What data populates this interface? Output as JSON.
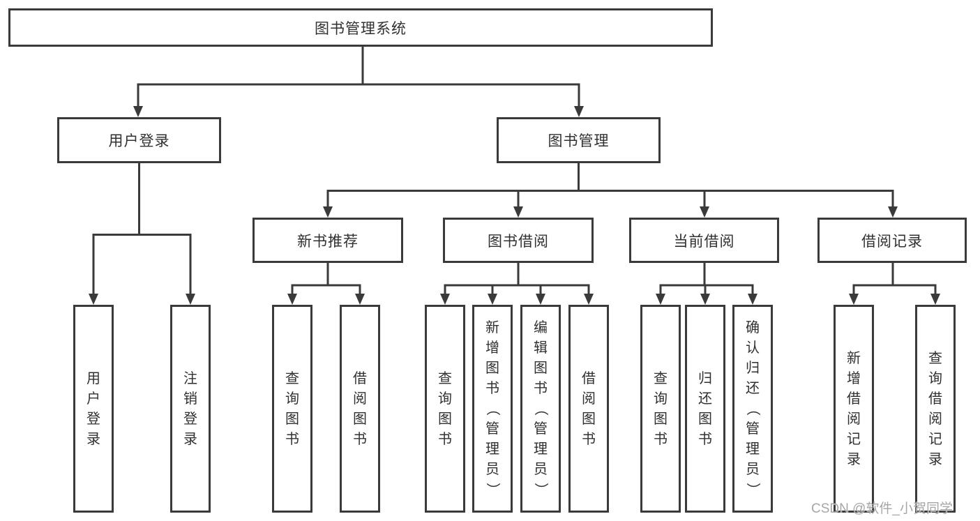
{
  "tree": {
    "label": "图书管理系统",
    "children": [
      {
        "label": "用户登录",
        "children": [
          {
            "label": "用户登录"
          },
          {
            "label": "注销登录"
          }
        ]
      },
      {
        "label": "图书管理",
        "children": [
          {
            "label": "新书推荐",
            "children": [
              {
                "label": "查询图书"
              },
              {
                "label": "借阅图书"
              }
            ]
          },
          {
            "label": "图书借阅",
            "children": [
              {
                "label": "查询图书"
              },
              {
                "label": "新增图书（管理员）"
              },
              {
                "label": "编辑图书（管理员）"
              },
              {
                "label": "借阅图书"
              }
            ]
          },
          {
            "label": "当前借阅",
            "children": [
              {
                "label": "查询图书"
              },
              {
                "label": "归还图书"
              },
              {
                "label": "确认归还（管理员）"
              }
            ]
          },
          {
            "label": "借阅记录",
            "children": [
              {
                "label": "新增借阅记录"
              },
              {
                "label": "查询借阅记录"
              }
            ]
          }
        ]
      }
    ]
  },
  "watermark": {
    "text": "CSDN @软件_小贺同学"
  },
  "colors": {
    "line": "#3a3a3a",
    "text": "#303030",
    "watermark": "#a6a6a6",
    "background": "#ffffff"
  }
}
